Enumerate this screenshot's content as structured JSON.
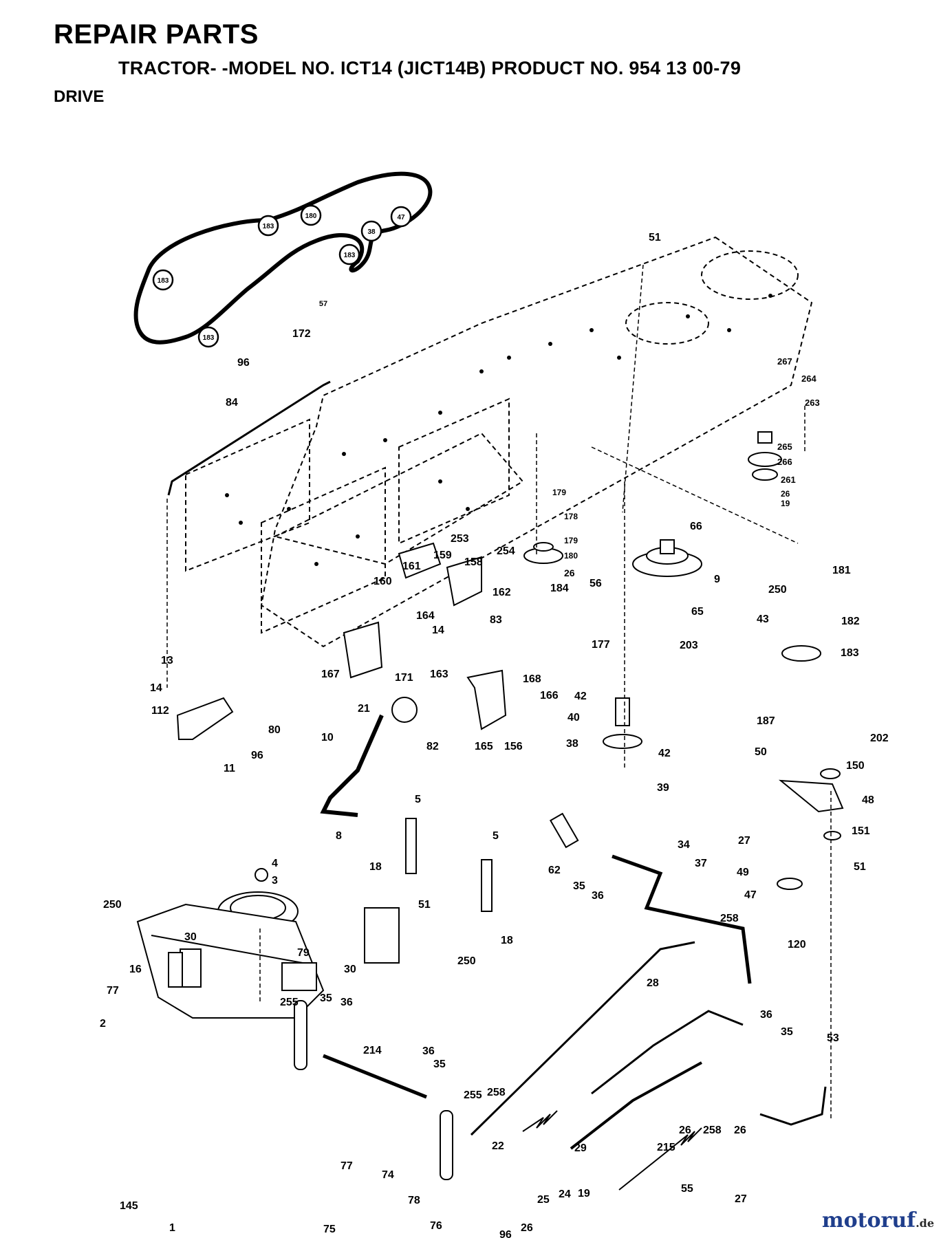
{
  "header": {
    "title": "REPAIR PARTS",
    "subtitle": "TRACTOR- -MODEL NO. ICT14 (JICT14B) PRODUCT NO. 954 13 00-79",
    "section": "DRIVE"
  },
  "watermark": {
    "name": "motoruf",
    "suffix": ".de",
    "color_main": "#1f3e8c",
    "color_suffix": "#2a2a2a"
  },
  "belt_pulley_labels": [
    "183",
    "183",
    "180",
    "47",
    "38",
    "183",
    "183",
    "57"
  ],
  "callouts": [
    "51",
    "172",
    "96",
    "84",
    "267",
    "264",
    "263",
    "265",
    "266",
    "261",
    "26",
    "19",
    "179",
    "178",
    "179",
    "180",
    "26",
    "184",
    "66",
    "253",
    "254",
    "159",
    "158",
    "161",
    "160",
    "162",
    "56",
    "9",
    "65",
    "203",
    "181",
    "250",
    "182",
    "43",
    "183",
    "187",
    "164",
    "14",
    "163",
    "83",
    "167",
    "171",
    "177",
    "42",
    "40",
    "38",
    "42",
    "39",
    "13",
    "14",
    "112",
    "80",
    "96",
    "11",
    "168",
    "166",
    "21",
    "82",
    "165",
    "156",
    "10",
    "8",
    "202",
    "50",
    "150",
    "48",
    "27",
    "151",
    "51",
    "49",
    "47",
    "120",
    "5",
    "5",
    "18",
    "51",
    "18",
    "62",
    "35",
    "36",
    "34",
    "37",
    "258",
    "4",
    "3",
    "250",
    "30",
    "16",
    "79",
    "30",
    "250",
    "28",
    "36",
    "35",
    "53",
    "77",
    "2",
    "255",
    "35",
    "36",
    "214",
    "36",
    "35",
    "255",
    "258",
    "22",
    "29",
    "215",
    "26",
    "258",
    "26",
    "27",
    "145",
    "1",
    "77",
    "74",
    "78",
    "76",
    "75",
    "96",
    "26",
    "25",
    "24",
    "19",
    "55"
  ]
}
